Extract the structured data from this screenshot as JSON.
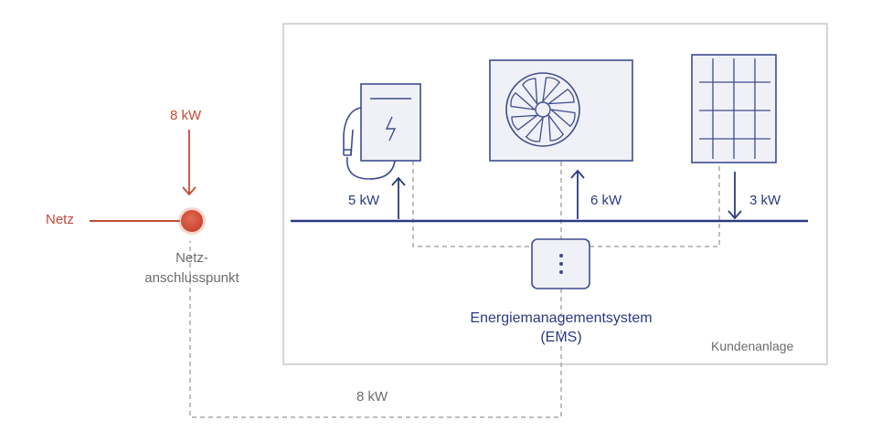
{
  "labels": {
    "netz": "Netz",
    "input_power": "8 kW",
    "connection_point_line1": "Netz-",
    "connection_point_line2": "anschlusspunkt",
    "charger_power": "5 kW",
    "heatpump_power": "6 kW",
    "solar_power": "3 kW",
    "ems_line1": "Energiemanagementsystem",
    "ems_line2": "(EMS)",
    "customer_area": "Kundenanlage",
    "bottom_power": "8 kW"
  },
  "colors": {
    "grid_red": "#c24a3a",
    "bus_blue": "#2b3a80",
    "device_outline": "#3e4c8e",
    "device_fill": "#f0f1f7",
    "frame_grey": "#c9c9c9",
    "dash_grey": "#a8a8a8",
    "text_grey": "#6c6c6c"
  },
  "icons": [
    "ev-charger-icon",
    "heat-pump-fan-icon",
    "solar-panel-icon",
    "ems-device-icon"
  ]
}
